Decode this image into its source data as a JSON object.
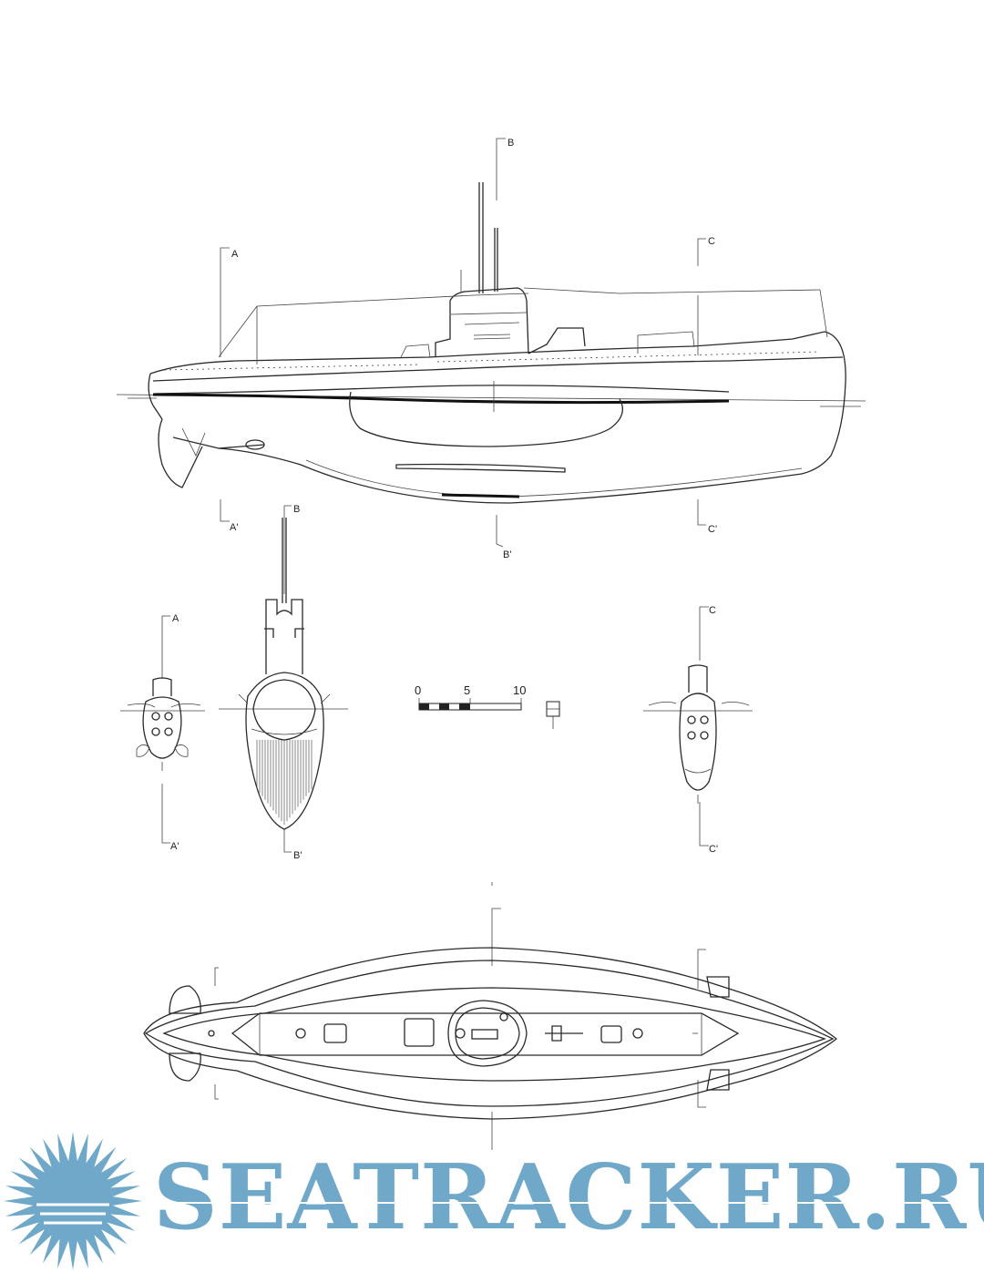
{
  "section_labels": {
    "a": "A",
    "a_prime": "A'",
    "b": "B",
    "b_prime": "B'",
    "c": "C",
    "c_prime": "C'"
  },
  "scale_bar": {
    "t0": "0",
    "t5": "5",
    "t10": "10"
  },
  "watermark": {
    "text": "SEATRACKER.RU",
    "color": "#6fa8c9"
  }
}
